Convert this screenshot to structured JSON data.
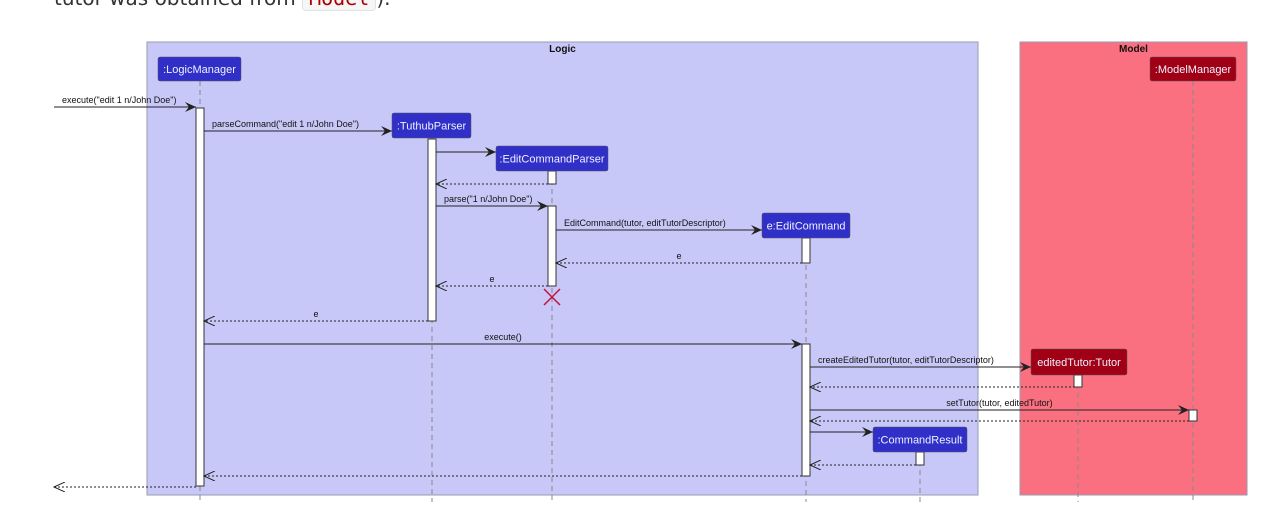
{
  "top_text": {
    "before": "tutor was obtained from ",
    "code": "Model",
    "after": ")."
  },
  "colors": {
    "logic_box": "#c8c8f8",
    "model_box": "#fb7080",
    "logic_participant": "#3030c8",
    "model_participant": "#a00016",
    "destroy": "#c8103c"
  },
  "boxes": [
    {
      "id": "logic",
      "title": "Logic"
    },
    {
      "id": "model",
      "title": "Model"
    }
  ],
  "participants": [
    {
      "id": "lm",
      "label": ":LogicManager",
      "box": "logic"
    },
    {
      "id": "tp",
      "label": ":TuthubParser",
      "box": "logic"
    },
    {
      "id": "ecp",
      "label": ":EditCommandParser",
      "box": "logic"
    },
    {
      "id": "ec",
      "label": "e:EditCommand",
      "box": "logic"
    },
    {
      "id": "cr",
      "label": ":CommandResult",
      "box": "logic"
    },
    {
      "id": "et",
      "label": "editedTutor:Tutor",
      "box": "model"
    },
    {
      "id": "mm",
      "label": ":ModelManager",
      "box": "model"
    }
  ],
  "messages": [
    {
      "from": "external",
      "to": "lm",
      "label": "execute(\"edit 1 n/John Doe\")",
      "type": "call"
    },
    {
      "from": "lm",
      "to": "tp",
      "label": "parseCommand(\"edit 1 n/John Doe\")",
      "type": "call"
    },
    {
      "from": "tp",
      "to": "ecp",
      "label": "",
      "type": "create"
    },
    {
      "from": "ecp",
      "to": "tp",
      "label": "",
      "type": "return"
    },
    {
      "from": "tp",
      "to": "ecp",
      "label": "parse(\"1 n/John Doe\")",
      "type": "call"
    },
    {
      "from": "ecp",
      "to": "ec",
      "label": "EditCommand(tutor, editTutorDescriptor)",
      "type": "create"
    },
    {
      "from": "ec",
      "to": "ecp",
      "label": "e",
      "type": "return"
    },
    {
      "from": "ecp",
      "to": "tp",
      "label": "e",
      "type": "return"
    },
    {
      "from": "tp",
      "to": "lm",
      "label": "e",
      "type": "return"
    },
    {
      "from": "lm",
      "to": "ec",
      "label": "execute()",
      "type": "call"
    },
    {
      "from": "ec",
      "to": "et",
      "label": "createEditedTutor(tutor, editTutorDescriptor)",
      "type": "create"
    },
    {
      "from": "et",
      "to": "ec",
      "label": "",
      "type": "return"
    },
    {
      "from": "ec",
      "to": "mm",
      "label": "setTutor(tutor, editedTutor)",
      "type": "call"
    },
    {
      "from": "mm",
      "to": "ec",
      "label": "",
      "type": "return"
    },
    {
      "from": "ec",
      "to": "cr",
      "label": "",
      "type": "create"
    },
    {
      "from": "cr",
      "to": "ec",
      "label": "",
      "type": "return"
    },
    {
      "from": "ec",
      "to": "lm",
      "label": "",
      "type": "return"
    },
    {
      "from": "lm",
      "to": "external",
      "label": "",
      "type": "return"
    }
  ],
  "destroyed": [
    "ecp"
  ]
}
